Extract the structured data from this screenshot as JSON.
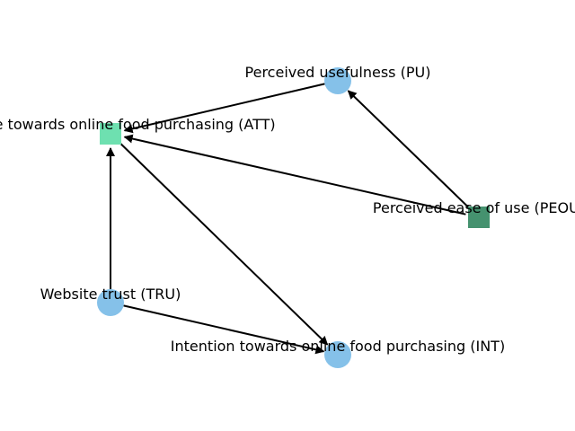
{
  "nodes": {
    "att": {
      "label": "Attitude towards online food purchasing (ATT)",
      "shape": "square",
      "color": "#6ee0b0"
    },
    "pu": {
      "label": "Perceived usefulness (PU)",
      "shape": "circle",
      "color": "#85c1e9"
    },
    "peou": {
      "label": "Perceived ease of use (PEOU)",
      "shape": "square",
      "color": "#45926f"
    },
    "tru": {
      "label": "Website trust (TRU)",
      "shape": "circle",
      "color": "#85c1e9"
    },
    "int": {
      "label": "Intention towards online food purchasing (INT)",
      "shape": "circle",
      "color": "#85c1e9"
    }
  },
  "edges": [
    {
      "from": "pu",
      "to": "att"
    },
    {
      "from": "peou",
      "to": "att"
    },
    {
      "from": "peou",
      "to": "pu"
    },
    {
      "from": "tru",
      "to": "att"
    },
    {
      "from": "tru",
      "to": "int"
    },
    {
      "from": "att",
      "to": "int"
    }
  ],
  "colors": {
    "edge": "#000000"
  }
}
